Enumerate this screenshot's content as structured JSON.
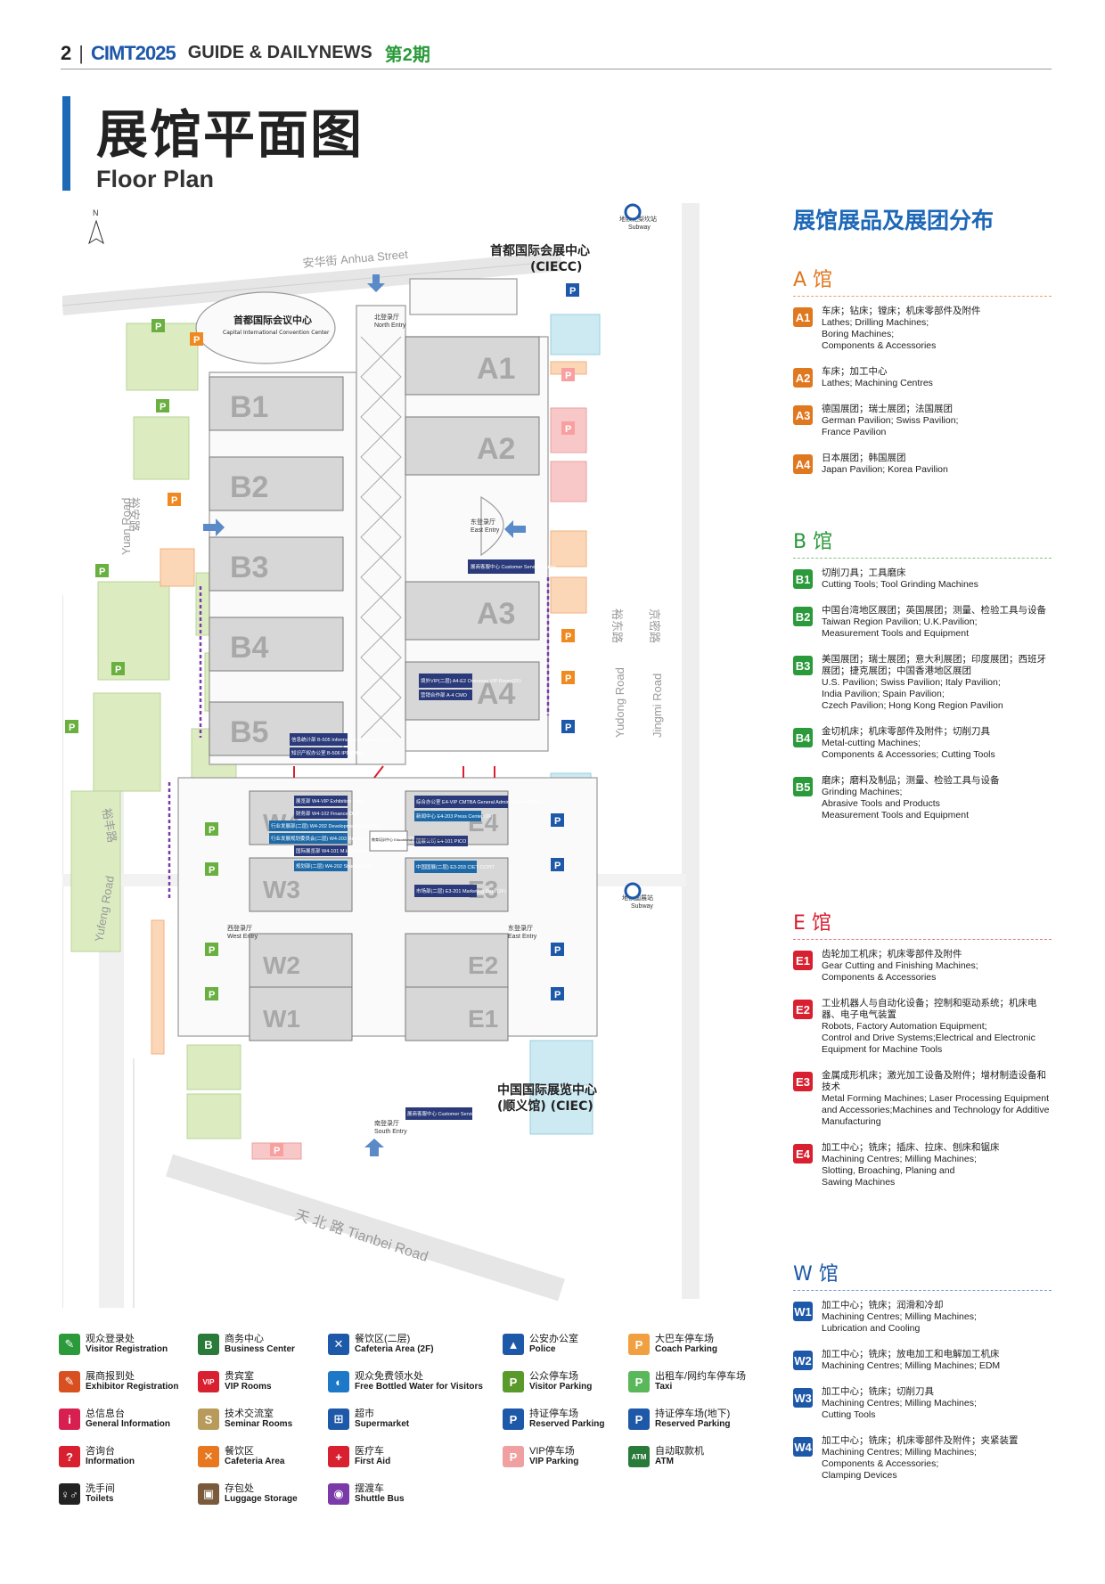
{
  "header": {
    "page_number": "2",
    "logo": "CIMT2025",
    "guide": "GUIDE & DAILYNEWS",
    "issue": "第2期"
  },
  "title": {
    "zh": "展馆平面图",
    "en": "Floor Plan"
  },
  "map": {
    "compass": "N",
    "streets": {
      "anhua": "安华街 Anhua Street",
      "yuan": "裕安路",
      "yuan_en": "Yuan Road",
      "yudong": "裕东路",
      "yudong_en": "Yudong Road",
      "jingmi": "京密路",
      "jingmi_en": "Jingmi Road",
      "yufeng": "裕丰路",
      "yufeng_en": "Yufeng Road",
      "tianbei": "天 北 路 Tianbei Road"
    },
    "venues": {
      "ciecc_zh": "首都国际会展中心",
      "ciecc_en": "(CIECC)",
      "cicc_zh": "首都国际会议中心",
      "cicc_en": "Capital International Convention Center",
      "ciec_zh": "中国国际展览中心",
      "ciec_en": "(顺义馆) (CIEC)"
    },
    "halls": {
      "A1": "A1",
      "A2": "A2",
      "A3": "A3",
      "A4": "A4",
      "B1": "B1",
      "B2": "B2",
      "B3": "B3",
      "B4": "B4",
      "B5": "B5",
      "W1": "W1",
      "W2": "W2",
      "W3": "W3",
      "W4": "W4",
      "E1": "E1",
      "E2": "E2",
      "E3": "E3",
      "E4": "E4"
    },
    "subway_n": {
      "zh": "地铁花梨坎站",
      "en": "Subway"
    },
    "subway_e": {
      "zh": "地铁国展站",
      "en": "Subway"
    },
    "north_entry": {
      "zh": "北登录厅",
      "en": "North Entry"
    },
    "east_entry": {
      "zh": "东登录厅",
      "en": "East Entry"
    },
    "south_entry": {
      "zh": "南登录厅",
      "en": "South Entry"
    },
    "west_entry": {
      "zh": "西登录厅",
      "en": "West Entry"
    },
    "east_entry2": {
      "zh": "东登录厅",
      "en": "East Entry"
    },
    "customer_service": "展商客服中心 Customer Service Center",
    "customer_service2": "展商客服中心 Customer Service Center",
    "callouts": {
      "a4_vip": "境外VIP(二层) A4-E2 Overseas VIP Room(2F)",
      "a4_cmo": "营销合作部 A-4 CMO",
      "b5_info": "信息统计部 B-505 Information & Statistics Dept.",
      "b5_ipr": "知识产权办公室 B-506 IPR Office",
      "w4_exh": "展览部 W4-VIP Exhibition Dept.",
      "w4_fin": "财务部 W4-102 Finance Dept.",
      "w4_dev": "行业发展部(二层) W4-202 Development Dept.(2F)",
      "w4_rp": "行业发展规划委员会(二层) W4-203 Research & Planning Dept.(2F)",
      "w3_mhe": "国际展览部 W4-101 M.H.T EXPO",
      "w3_str": "规划部(二层) W4-202 Structure(2F)",
      "e4_gen": "综合办公室 E4-VIP CMTBA General Administration Office",
      "e4_press": "新闻中心 E4-203 Press Center (2F)",
      "e4_pico": "国展公司 E4-101 PICO",
      "e3_ciet": "中国国展(二层) E3-203 CIET CCPIT",
      "e3_mkt": "市场部(二层) E3-201 Marketing Dept.(2F)",
      "edu": "教育培训中心 Educational Assistance Services"
    },
    "zoom": "1"
  },
  "side": {
    "title": "展馆展品及展团分布",
    "A": {
      "head": "A 馆",
      "items": [
        {
          "tag": "A1",
          "zh": "车床；钻床；镗床；机床零部件及附件",
          "en": [
            "Lathes; Drilling Machines;",
            "Boring Machines;",
            "Components & Accessories"
          ]
        },
        {
          "tag": "A2",
          "zh": "车床；加工中心",
          "en": [
            "Lathes; Machining Centres"
          ]
        },
        {
          "tag": "A3",
          "zh": "德国展团；瑞士展团；法国展团",
          "en": [
            "German Pavilion; Swiss Pavilion;",
            "France Pavilion"
          ]
        },
        {
          "tag": "A4",
          "zh": "日本展团；韩国展团",
          "en": [
            "Japan Pavilion; Korea Pavilion"
          ]
        }
      ]
    },
    "B": {
      "head": "B 馆",
      "items": [
        {
          "tag": "B1",
          "zh": "切削刀具；工具磨床",
          "en": [
            "Cutting Tools; Tool Grinding Machines"
          ]
        },
        {
          "tag": "B2",
          "zh": "中国台湾地区展团；英国展团；测量、检验工具与设备",
          "en": [
            "Taiwan Region Pavilion; U.K.Pavilion;",
            "Measurement Tools and Equipment"
          ]
        },
        {
          "tag": "B3",
          "zh": "美国展团；瑞士展团；意大利展团；印度展团；西班牙展团；捷克展团；中国香港地区展团",
          "en": [
            "U.S. Pavilion; Swiss Pavilion; Italy Pavilion;",
            "India Pavilion; Spain Pavilion;",
            "Czech Pavilion; Hong Kong Region Pavilion"
          ]
        },
        {
          "tag": "B4",
          "zh": "金切机床；机床零部件及附件；切削刀具",
          "en": [
            "Metal-cutting Machines;",
            "Components & Accessories; Cutting Tools"
          ]
        },
        {
          "tag": "B5",
          "zh": "磨床；磨料及制品；测量、检验工具与设备",
          "en": [
            "Grinding Machines;",
            "Abrasive Tools and Products",
            "Measurement Tools and Equipment"
          ]
        }
      ]
    },
    "E": {
      "head": "E 馆",
      "items": [
        {
          "tag": "E1",
          "zh": "齿轮加工机床；机床零部件及附件",
          "en": [
            "Gear Cutting and Finishing Machines;",
            "Components & Accessories"
          ]
        },
        {
          "tag": "E2",
          "zh": "工业机器人与自动化设备；控制和驱动系统；机床电器、电子电气装置",
          "en": [
            "Robots, Factory Automation Equipment;",
            "Control and Drive Systems;Electrical and Electronic",
            "Equipment for Machine Tools"
          ]
        },
        {
          "tag": "E3",
          "zh": "金属成形机床；激光加工设备及附件；增材制造设备和技术",
          "en": [
            "Metal Forming Machines; Laser Processing Equipment",
            "and Accessories;Machines and Technology for Additive",
            "Manufacturing"
          ]
        },
        {
          "tag": "E4",
          "zh": "加工中心；铣床；插床、拉床、刨床和锯床",
          "en": [
            "Machining Centres; Milling Machines;",
            "Slotting, Broaching, Planing and",
            "Sawing Machines"
          ]
        }
      ]
    },
    "W": {
      "head": "W 馆",
      "items": [
        {
          "tag": "W1",
          "zh": "加工中心；铣床；润滑和冷却",
          "en": [
            "Machining Centres; Milling Machines;",
            "Lubrication and Cooling"
          ]
        },
        {
          "tag": "W2",
          "zh": "加工中心；铣床；放电加工和电解加工机床",
          "en": [
            "Machining Centres; Milling Machines; EDM"
          ]
        },
        {
          "tag": "W3",
          "zh": "加工中心；铣床；切削刀具",
          "en": [
            "Machining Centres; Milling Machines;",
            "Cutting Tools"
          ]
        },
        {
          "tag": "W4",
          "zh": "加工中心；铣床；机床零部件及附件；夹紧装置",
          "en": [
            "Machining Centres; Milling Machines;",
            "Components & Accessories;",
            "Clamping Devices"
          ]
        }
      ]
    }
  },
  "legend": [
    {
      "icon": "visitor-registration-icon",
      "glyph": "✎",
      "color": "#2a9a3a",
      "zh": "观众登录处",
      "en": "Visitor Registration"
    },
    {
      "icon": "business-center-icon",
      "glyph": "B",
      "color": "#2a7a3a",
      "zh": "商务中心",
      "en": "Business Center"
    },
    {
      "icon": "cafeteria-2f-icon",
      "glyph": "✕",
      "color": "#1e58a8",
      "zh": "餐饮区(二层)",
      "en": "Cafeteria Area (2F)"
    },
    {
      "icon": "police-icon",
      "glyph": "▲",
      "color": "#1e58a8",
      "zh": "公安办公室",
      "en": "Police"
    },
    {
      "icon": "coach-parking-icon",
      "glyph": "P",
      "color": "#f0a040",
      "zh": "大巴车停车场",
      "en": "Coach Parking"
    },
    {
      "icon": "exhibitor-registration-icon",
      "glyph": "✎",
      "color": "#d85020",
      "zh": "展商报到处",
      "en": "Exhibitor Registration"
    },
    {
      "icon": "vip-rooms-icon",
      "glyph": "VIP",
      "color": "#d82030",
      "zh": "贵宾室",
      "en": "VIP Rooms"
    },
    {
      "icon": "water-icon",
      "glyph": "◐",
      "color": "#1e78c8",
      "zh": "观众免费领水处",
      "en": "Free Bottled Water for Visitors"
    },
    {
      "icon": "visitor-parking-icon",
      "glyph": "P",
      "color": "#5a9a2a",
      "zh": "公众停车场",
      "en": "Visitor Parking"
    },
    {
      "icon": "taxi-icon",
      "glyph": "P",
      "color": "#5ab85a",
      "zh": "出租车/网约车停车场",
      "en": "Taxi"
    },
    {
      "icon": "general-information-icon",
      "glyph": "i",
      "color": "#d82050",
      "zh": "总信息台",
      "en": "General Information"
    },
    {
      "icon": "seminar-rooms-icon",
      "glyph": "S",
      "color": "#b89a5a",
      "zh": "技术交流室",
      "en": "Seminar Rooms"
    },
    {
      "icon": "supermarket-icon",
      "glyph": "⊞",
      "color": "#1e58a8",
      "zh": "超市",
      "en": "Supermarket"
    },
    {
      "icon": "reserved-parking-icon",
      "glyph": "P",
      "color": "#1e58a8",
      "zh": "持证停车场",
      "en": "Reserved Parking"
    },
    {
      "icon": "reserved-parking-underground-icon",
      "glyph": "P",
      "color": "#1e58a8",
      "zh": "持证停车场(地下)",
      "en": "Reserved Parking"
    },
    {
      "icon": "information-icon",
      "glyph": "?",
      "color": "#d82030",
      "zh": "咨询台",
      "en": "Information"
    },
    {
      "icon": "cafeteria-icon",
      "glyph": "✕",
      "color": "#e87820",
      "zh": "餐饮区",
      "en": "Cafeteria Area"
    },
    {
      "icon": "first-aid-icon",
      "glyph": "+",
      "color": "#d82030",
      "zh": "医疗车",
      "en": "First Aid"
    },
    {
      "icon": "vip-parking-icon",
      "glyph": "P",
      "color": "#f0a0a0",
      "zh": "VIP停车场",
      "en": "VIP Parking"
    },
    {
      "icon": "atm-icon",
      "glyph": "ATM",
      "color": "#2a7a3a",
      "zh": "自动取款机",
      "en": "ATM"
    },
    {
      "icon": "toilets-icon",
      "glyph": "♀♂",
      "color": "#222",
      "zh": "洗手间",
      "en": "Toilets"
    },
    {
      "icon": "luggage-storage-icon",
      "glyph": "▣",
      "color": "#7a5a3a",
      "zh": "存包处",
      "en": "Luggage Storage"
    },
    {
      "icon": "shuttle-bus-icon",
      "glyph": "◉",
      "color": "#7a3aa8",
      "zh": "摆渡车",
      "en": "Shuttle Bus"
    }
  ],
  "colors": {
    "accent": "#1e68b8",
    "green": "#2a9a3a",
    "red": "#d82030",
    "orange": "#e07820",
    "hall": "#d7d7d7"
  }
}
